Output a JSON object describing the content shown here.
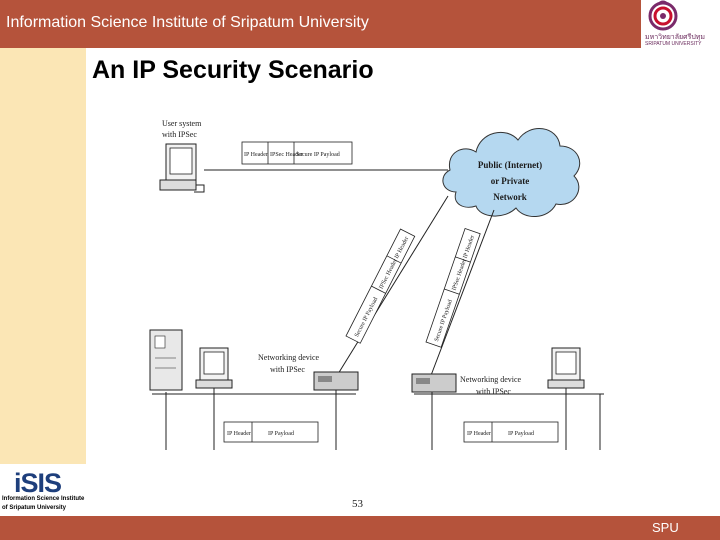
{
  "header": {
    "title": "Information Science Institute of Sripatum University"
  },
  "logo": {
    "thai": "มหาวิทยาลัยศรีปทุม",
    "english": "SRIPATUM UNIVERSITY"
  },
  "slide": {
    "title": "An IP Security Scenario",
    "page_number": "53"
  },
  "diagram": {
    "user_system_label": [
      "User system",
      "with IPSec"
    ],
    "top_packet": [
      "IP Header",
      "IPSec Header",
      "Secure IP Payload"
    ],
    "cloud_label": [
      "Public (Internet)",
      "or Private",
      "Network"
    ],
    "link_left_packet": [
      "Secure IP Payload",
      "IPSec Header",
      "IP Header"
    ],
    "link_right_packet": [
      "Secure IP Payload",
      "IPSec Header",
      "IP Header"
    ],
    "device_left_label": [
      "Networking device",
      "with IPSec"
    ],
    "device_right_label": [
      "Networking device",
      "with IPSec"
    ],
    "lan_left_packet": [
      "IP Header",
      "IP Payload"
    ],
    "lan_right_packet": [
      "IP Header",
      "IP Payload"
    ]
  },
  "footer_logo": {
    "word": "iSIS",
    "line1": "Information Science Institute",
    "line2": "of Sripatum University"
  },
  "footer": {
    "text": "SPU"
  },
  "colors": {
    "header": "#b5533b",
    "cloud": "#b5d8f0",
    "left_strip": "#fbe6b5",
    "isis_blue": "#1e3f7c",
    "isis_red": "#c8102e"
  },
  "icons": [
    "university-seal-icon",
    "desktop-computer-icon",
    "server-tower-icon",
    "network-device-icon",
    "cloud-icon"
  ]
}
